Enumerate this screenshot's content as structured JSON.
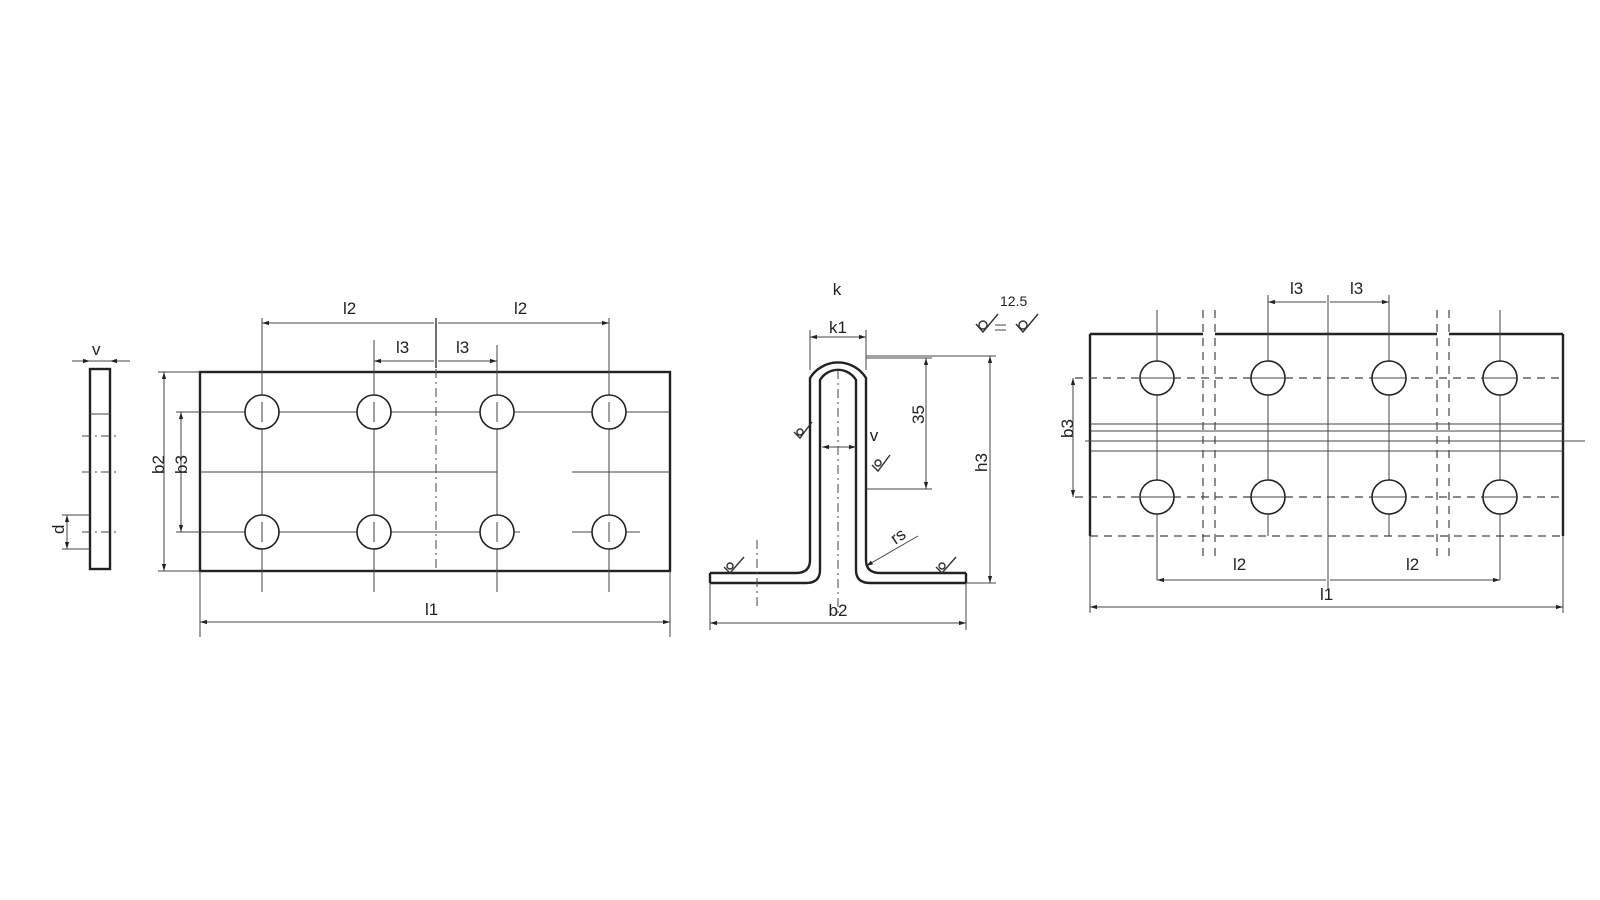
{
  "left_view": {
    "side": {
      "v": "v",
      "d": "d"
    },
    "front": {
      "l2_left": "l2",
      "l2_right": "l2",
      "l3_left": "l3",
      "l3_right": "l3",
      "b2": "b2",
      "b3": "b3",
      "l1": "l1"
    }
  },
  "middle_view": {
    "k": "k",
    "k1": "k1",
    "v": "v",
    "dim_35": "35",
    "h3": "h3",
    "rs": "rs",
    "b2": "b2",
    "roughness": "12.5"
  },
  "right_view": {
    "l3_left": "l3",
    "l3_right": "l3",
    "b3": "b3",
    "l2_left": "l2",
    "l2_right": "l2",
    "l1": "l1"
  }
}
